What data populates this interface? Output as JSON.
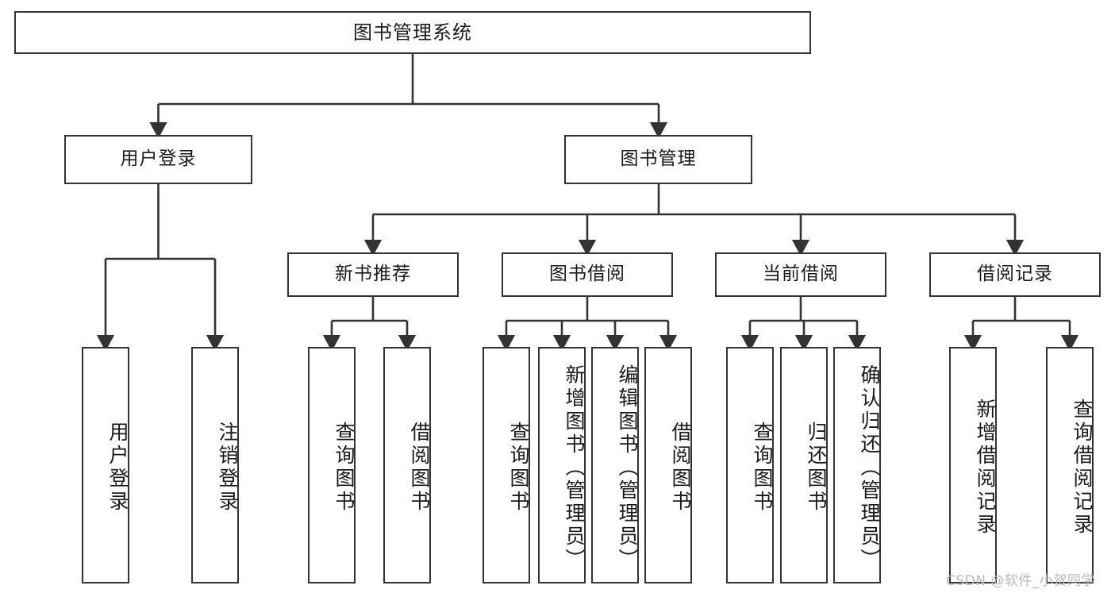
{
  "diagram": {
    "type": "tree-hierarchy",
    "title": "图书管理系统",
    "watermark": "CSDN @软件_小贺同学",
    "colors": {
      "border": "#333333",
      "background": "#ffffff",
      "text": "#1a1a1a",
      "watermark": "#b9b9b9"
    },
    "nodes": {
      "root": {
        "label": "图书管理系统",
        "level": 1,
        "orientation": "horizontal"
      },
      "l2_user_login": {
        "label": "用户登录",
        "level": 2,
        "orientation": "horizontal"
      },
      "l2_book_manage": {
        "label": "图书管理",
        "level": 2,
        "orientation": "horizontal"
      },
      "l3_new_book_rec": {
        "label": "新书推荐",
        "level": 3,
        "orientation": "horizontal"
      },
      "l3_book_borrow": {
        "label": "图书借阅",
        "level": 3,
        "orientation": "horizontal"
      },
      "l3_current_borrow": {
        "label": "当前借阅",
        "level": 3,
        "orientation": "horizontal"
      },
      "l3_borrow_record": {
        "label": "借阅记录",
        "level": 3,
        "orientation": "horizontal"
      },
      "leaf_user_login": {
        "label": "用户登录",
        "level": 4,
        "orientation": "vertical",
        "parent": "用户登录"
      },
      "leaf_logout": {
        "label": "注销登录",
        "level": 4,
        "orientation": "vertical",
        "parent": "用户登录"
      },
      "leaf_rec_query": {
        "label": "查询图书",
        "level": 4,
        "orientation": "vertical",
        "parent": "新书推荐"
      },
      "leaf_rec_borrow": {
        "label": "借阅图书",
        "level": 4,
        "orientation": "vertical",
        "parent": "新书推荐"
      },
      "leaf_borrow_query": {
        "label": "查询图书",
        "level": 4,
        "orientation": "vertical",
        "parent": "图书借阅"
      },
      "leaf_borrow_add": {
        "label": "新增图书（管理员）",
        "level": 4,
        "orientation": "vertical",
        "parent": "图书借阅"
      },
      "leaf_borrow_edit": {
        "label": "编辑图书（管理员）",
        "level": 4,
        "orientation": "vertical",
        "parent": "图书借阅"
      },
      "leaf_borrow_book": {
        "label": "借阅图书",
        "level": 4,
        "orientation": "vertical",
        "parent": "图书借阅"
      },
      "leaf_cur_query": {
        "label": "查询图书",
        "level": 4,
        "orientation": "vertical",
        "parent": "当前借阅"
      },
      "leaf_cur_return": {
        "label": "归还图书",
        "level": 4,
        "orientation": "vertical",
        "parent": "当前借阅"
      },
      "leaf_cur_confirm": {
        "label": "确认归还（管理员）",
        "level": 4,
        "orientation": "vertical",
        "parent": "当前借阅"
      },
      "leaf_rec_add": {
        "label": "新增借阅记录",
        "level": 4,
        "orientation": "vertical",
        "parent": "借阅记录"
      },
      "leaf_rec_query2": {
        "label": "查询借阅记录",
        "level": 4,
        "orientation": "vertical",
        "parent": "借阅记录"
      }
    },
    "edges": [
      {
        "from": "图书管理系统",
        "to": "用户登录"
      },
      {
        "from": "图书管理系统",
        "to": "图书管理"
      },
      {
        "from": "用户登录",
        "to": "用户登录(叶)"
      },
      {
        "from": "用户登录",
        "to": "注销登录"
      },
      {
        "from": "图书管理",
        "to": "新书推荐"
      },
      {
        "from": "图书管理",
        "to": "图书借阅"
      },
      {
        "from": "图书管理",
        "to": "当前借阅"
      },
      {
        "from": "图书管理",
        "to": "借阅记录"
      },
      {
        "from": "新书推荐",
        "to": "查询图书"
      },
      {
        "from": "新书推荐",
        "to": "借阅图书"
      },
      {
        "from": "图书借阅",
        "to": "查询图书"
      },
      {
        "from": "图书借阅",
        "to": "新增图书（管理员）"
      },
      {
        "from": "图书借阅",
        "to": "编辑图书（管理员）"
      },
      {
        "from": "图书借阅",
        "to": "借阅图书"
      },
      {
        "from": "当前借阅",
        "to": "查询图书"
      },
      {
        "from": "当前借阅",
        "to": "归还图书"
      },
      {
        "from": "当前借阅",
        "to": "确认归还（管理员）"
      },
      {
        "from": "借阅记录",
        "to": "新增借阅记录"
      },
      {
        "from": "借阅记录",
        "to": "查询借阅记录"
      }
    ]
  }
}
